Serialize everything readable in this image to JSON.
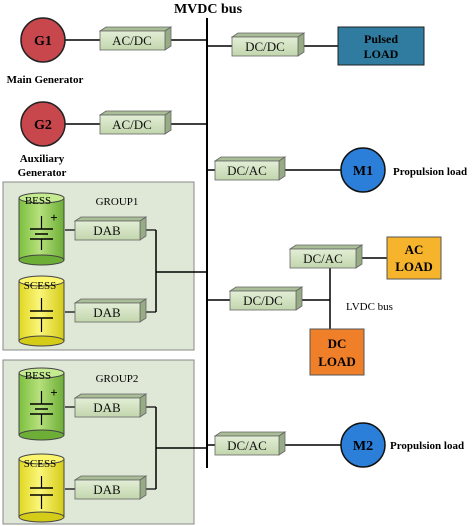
{
  "bus": {
    "mvdc_label": "MVDC bus",
    "lvdc_label": "LVDC bus"
  },
  "generators": [
    {
      "id": "G1",
      "caption": "Main Generator",
      "converter": "AC/DC"
    },
    {
      "id": "G2",
      "caption_lines": [
        "Auxiliary",
        "Generator"
      ],
      "converter": "AC/DC"
    }
  ],
  "loads": {
    "pulsed": {
      "converter": "DC/DC",
      "lines": [
        "Pulsed",
        "LOAD"
      ]
    },
    "m1": {
      "converter": "DC/AC",
      "id": "M1",
      "caption": "Propulsion load"
    },
    "ac_load": {
      "converter": "DC/AC",
      "lines": [
        "AC",
        "LOAD"
      ]
    },
    "dc_load": {
      "lines": [
        "DC",
        "LOAD"
      ]
    },
    "lvdc_converter": "DC/DC",
    "m2": {
      "converter": "DC/AC",
      "id": "M2",
      "caption": "Propulsion load"
    }
  },
  "groups": [
    {
      "title": "GROUP1",
      "storage": [
        {
          "name": "BESS",
          "converter": "DAB",
          "plus": "+",
          "minus": "-"
        },
        {
          "name": "SCESS",
          "converter": "DAB"
        }
      ]
    },
    {
      "title": "GROUP2",
      "storage": [
        {
          "name": "BESS",
          "converter": "DAB",
          "plus": "+",
          "minus": "-"
        },
        {
          "name": "SCESS",
          "converter": "DAB"
        }
      ]
    }
  ],
  "colors": {
    "generator": "#c8474c",
    "converter": "#cfe0c0",
    "group_bg": "#dfe7d6",
    "bess": "#9ed263",
    "scess": "#f2ea3a",
    "pulsed_load": "#2f7ca0",
    "ac_load": "#f5b42c",
    "dc_load": "#f07f2a",
    "motor": "#2b7fd8"
  }
}
